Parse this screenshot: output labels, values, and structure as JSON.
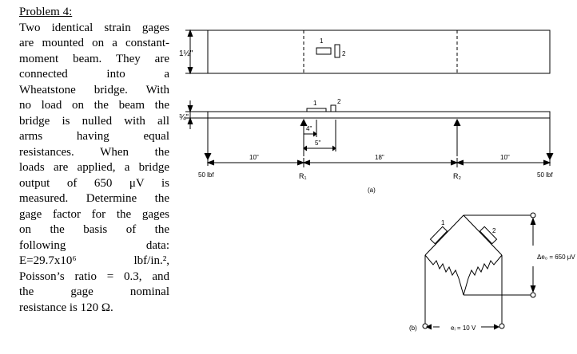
{
  "problem": {
    "title": "Problem 4:",
    "lines": [
      "Two identical strain gages",
      "are mounted on a constant-",
      "moment beam. They are",
      "connected into a",
      "Wheatstone bridge. With",
      "no load on the beam the",
      "bridge is nulled with all",
      "arms having equal",
      "resistances. When the",
      "loads are applied, a bridge",
      "output of 650 μV is",
      "measured. Determine the",
      "gage factor for the gages",
      "on the basis of the",
      "following data:",
      "E=29.7x10⁶ lbf/in.²,",
      "Poisson’s ratio = 0.3, and",
      "the gage nominal",
      "resistance is 120 Ω."
    ]
  },
  "figure": {
    "width_label": "1½\"",
    "thickness_label": "¾\"",
    "gage1_label": "1",
    "gage2_label": "2",
    "dim_4in": "4\"",
    "dim_5in": "5\"",
    "dim_10in_left": "10\"",
    "dim_18in": "18\"",
    "dim_10in_right": "10\"",
    "load_left": "50 lbf",
    "load_right": "50 lbf",
    "support_left": "R₁",
    "support_right": "R₂",
    "caption_a": "(a)",
    "caption_b": "(b)",
    "bridge_arm1": "1",
    "bridge_arm2": "2",
    "output_label": "Δe₀ = 650 μV",
    "input_label": "eᵢ = 10 V"
  }
}
